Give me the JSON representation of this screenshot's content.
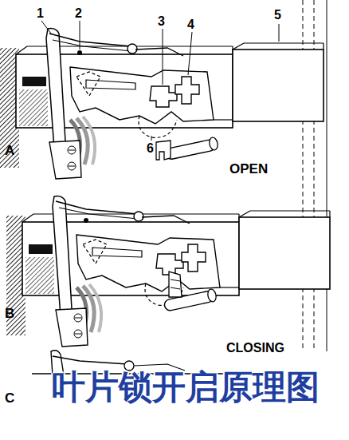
{
  "diagram": {
    "caption": "叶片锁开启原理图",
    "labels": [
      "1",
      "2",
      "3",
      "4",
      "5",
      "6",
      "A",
      "OPEN",
      "B",
      "CLOSING",
      "C"
    ]
  }
}
